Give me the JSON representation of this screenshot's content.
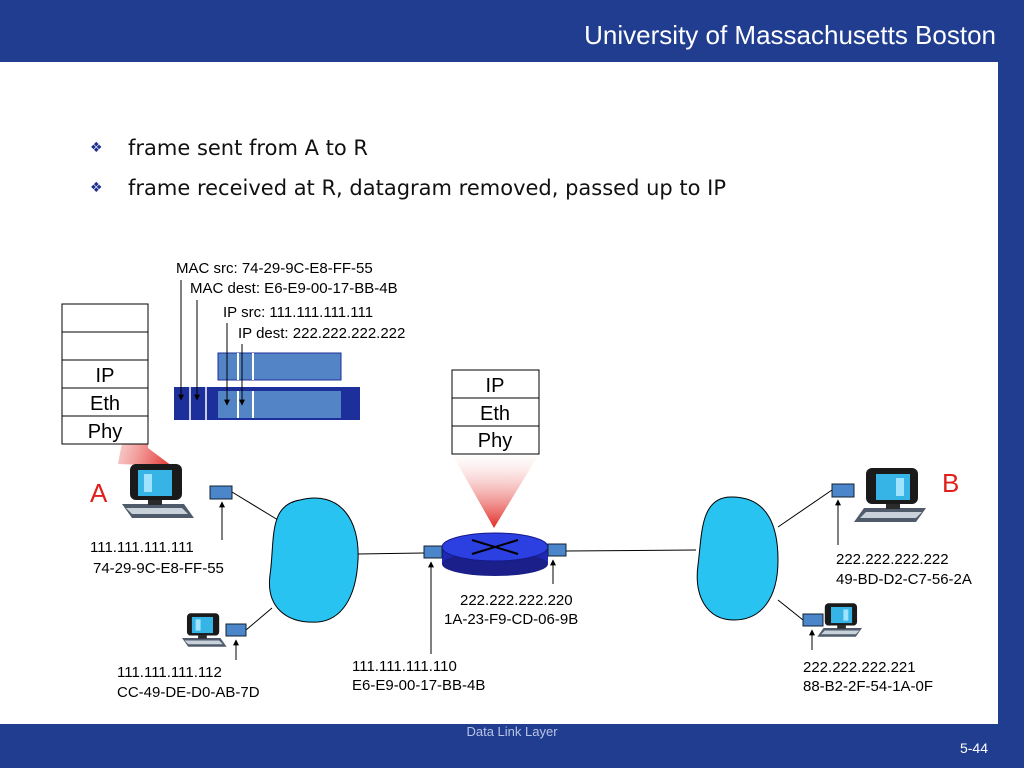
{
  "header": {
    "title": "University of Massachusetts Boston"
  },
  "bullets": [
    "frame sent from A to R",
    "frame received at R, datagram removed, passed up to IP"
  ],
  "frame_labels": {
    "mac_src": "MAC src: 74-29-9C-E8-FF-55",
    "mac_dest": "MAC dest: E6-E9-00-17-BB-4B",
    "ip_src": "IP src: 111.111.111.111",
    "ip_dest": "IP dest: 222.222.222.222"
  },
  "stack_a": [
    "",
    "",
    "IP",
    "Eth",
    "Phy"
  ],
  "stack_r": [
    "IP",
    "Eth",
    "Phy"
  ],
  "node_a": {
    "label": "A",
    "ip": "111.111.111.111",
    "mac": "74-29-9C-E8-FF-55"
  },
  "node_a2": {
    "ip": "111.111.111.112",
    "mac": "CC-49-DE-D0-AB-7D"
  },
  "router_left": {
    "ip": "111.111.111.110",
    "mac": "E6-E9-00-17-BB-4B"
  },
  "router_right": {
    "ip": "222.222.222.220",
    "mac": "1A-23-F9-CD-06-9B"
  },
  "node_b": {
    "label": "B",
    "ip": "222.222.222.222",
    "mac": "49-BD-D2-C7-56-2A"
  },
  "node_b2": {
    "ip": "222.222.222.221",
    "mac": "88-B2-2F-54-1A-0F"
  },
  "footer": {
    "label": "Data Link Layer",
    "page": "5-44"
  },
  "colors": {
    "brand": "#203d8f",
    "accent_red": "#e0201b",
    "cloud": "#29c3f2",
    "frame_blue": "#1c2f9a",
    "datagram_blue": "#5384c6"
  }
}
